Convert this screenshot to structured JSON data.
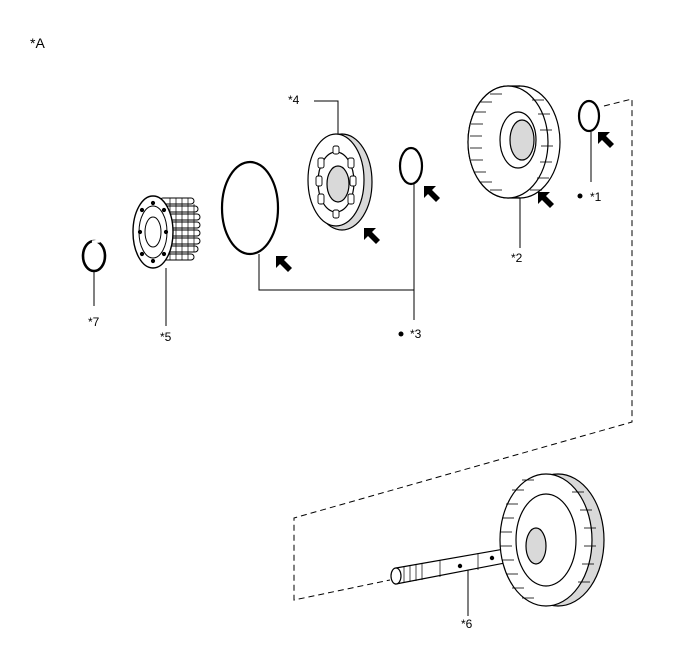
{
  "figure": {
    "title_label": "*A",
    "callouts": {
      "c1": "*1",
      "c2": "*2",
      "c3": "*3",
      "c4": "*4",
      "c5": "*5",
      "c6": "*6",
      "c7": "*7"
    }
  },
  "colors": {
    "line": "#000000",
    "fill": "#ffffff",
    "shade": "#d9d9d9"
  },
  "icons": [
    "arrow-icon",
    "dot-icon"
  ]
}
